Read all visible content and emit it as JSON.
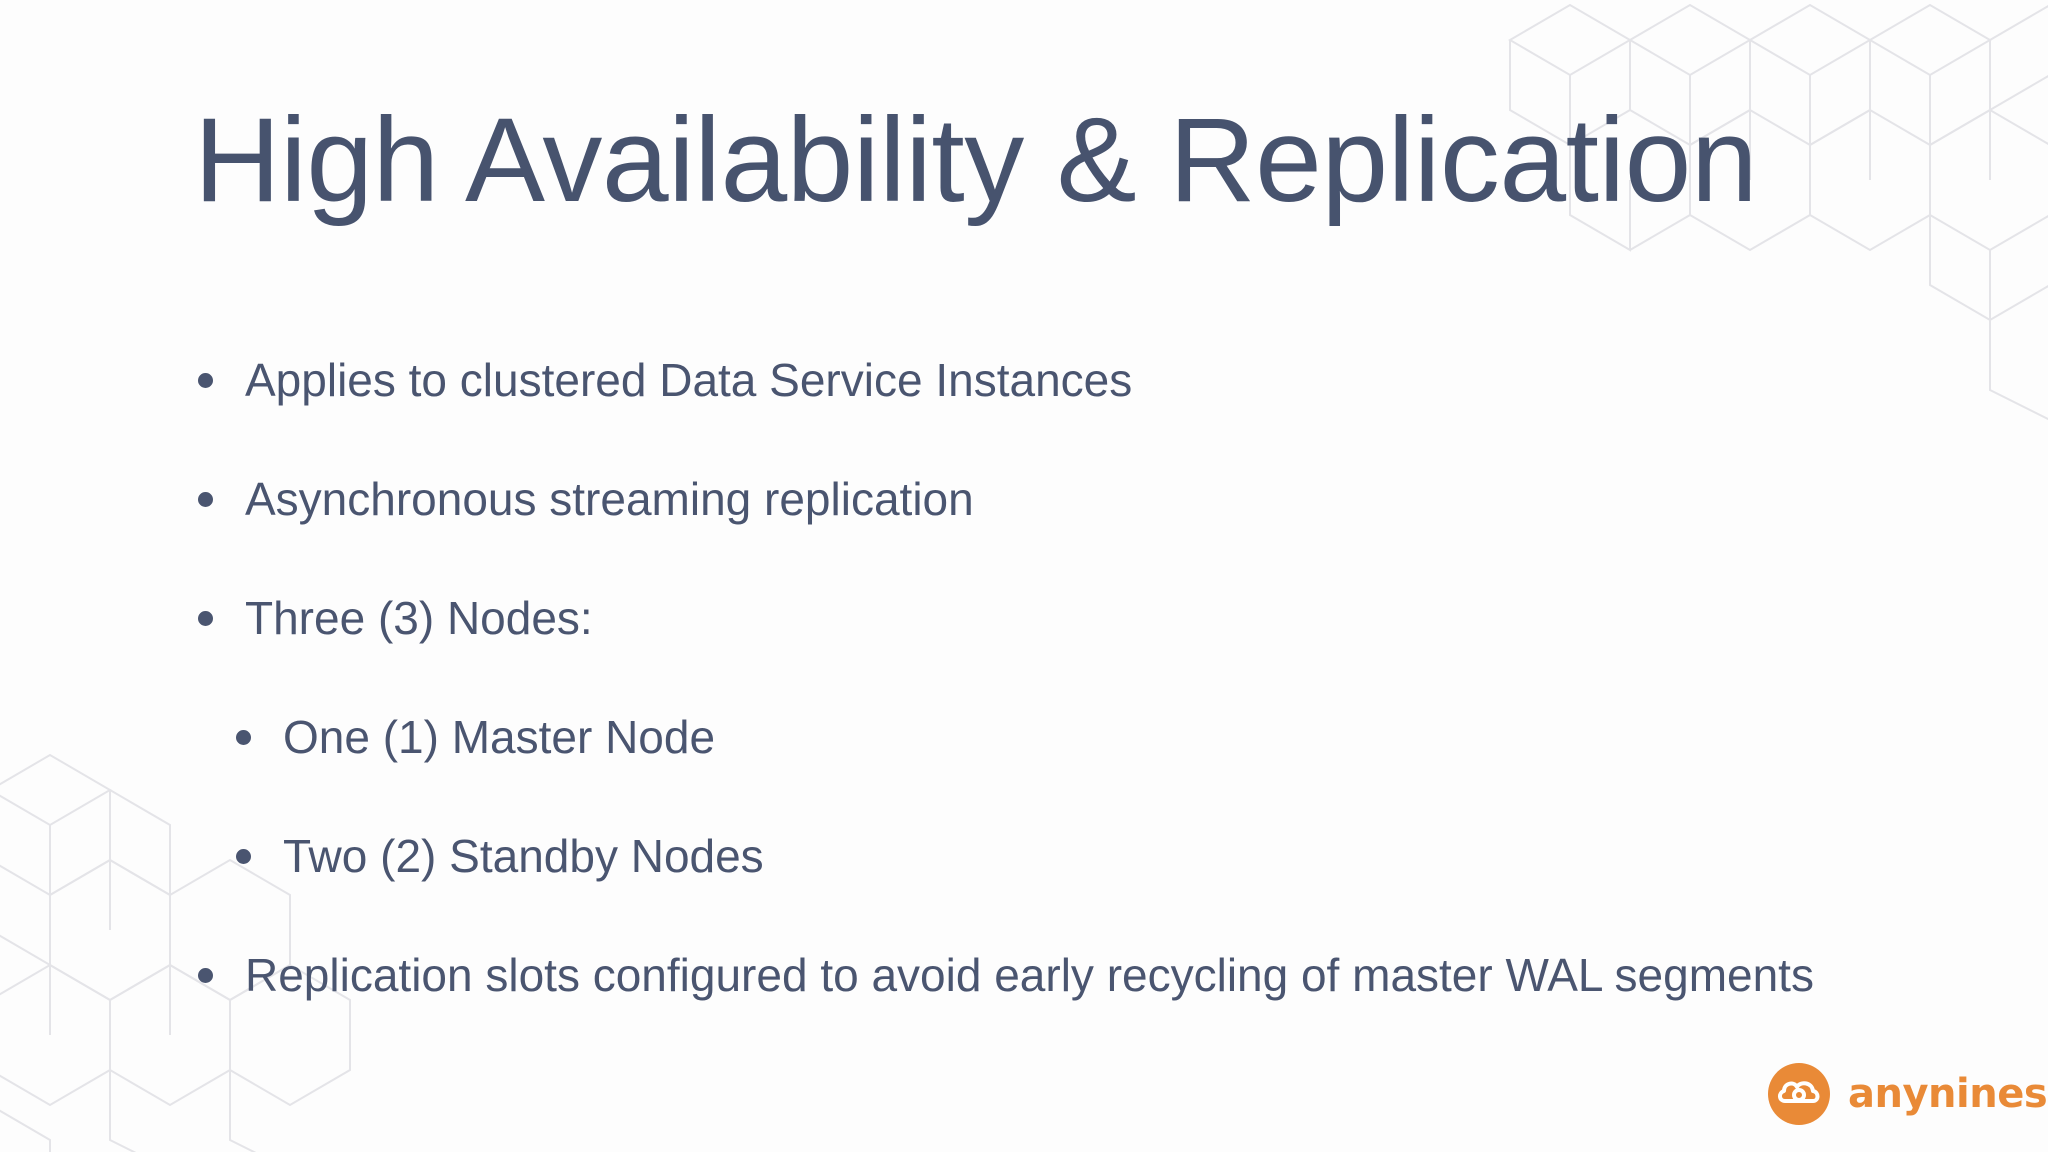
{
  "slide": {
    "title": "High Availability & Replication",
    "bullets": [
      {
        "level": 1,
        "text": "Applies to clustered Data Service Instances"
      },
      {
        "level": 1,
        "text": "Asynchronous streaming replication"
      },
      {
        "level": 1,
        "text": "Three (3) Nodes:"
      },
      {
        "level": 2,
        "text": "One (1) Master Node"
      },
      {
        "level": 2,
        "text": "Two (2) Standby Nodes"
      },
      {
        "level": 1,
        "text": "Replication slots configured to avoid early recycling of master WAL segments"
      }
    ]
  },
  "logo": {
    "icon": "cloud-icon",
    "text": "anynines",
    "color": "#e98a37"
  },
  "colors": {
    "text": "#47536e",
    "background": "#fdfdfd",
    "pattern": "#e4e4e8"
  }
}
